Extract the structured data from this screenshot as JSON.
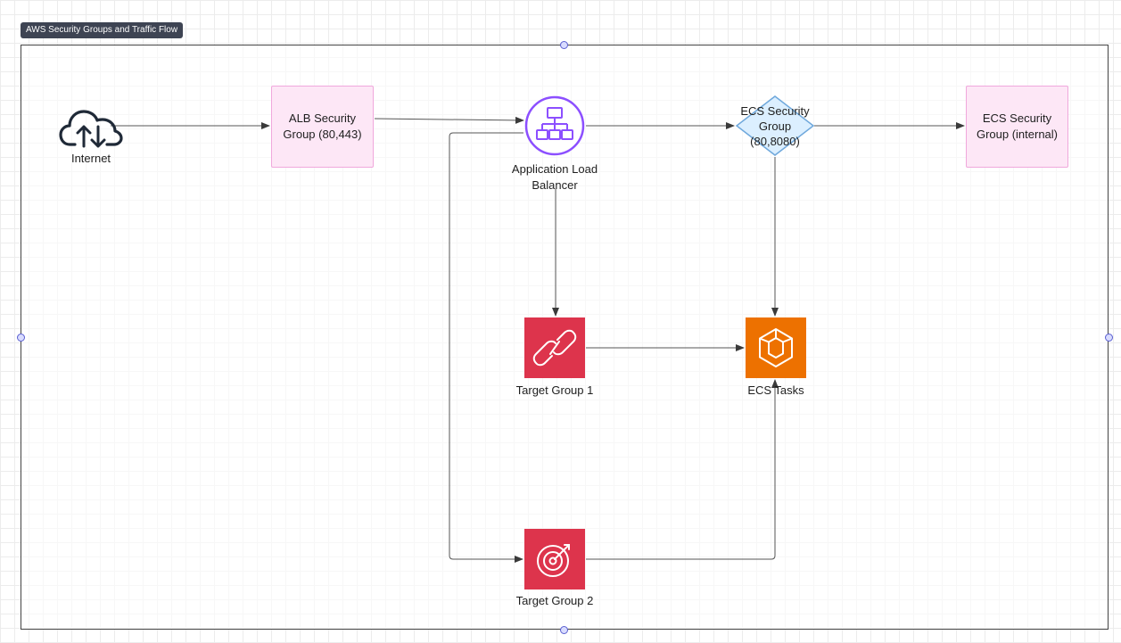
{
  "frame": {
    "title": "AWS Security Groups and Traffic Flow"
  },
  "nodes": {
    "internet": {
      "label": "Internet"
    },
    "alb_sg": {
      "label_line1": "ALB Security",
      "label_line2": "Group (80,443)"
    },
    "alb": {
      "label_line1": "Application Load",
      "label_line2": "Balancer"
    },
    "ecs_sg": {
      "label_line1": "ECS Security",
      "label_line2": "Group",
      "label_line3": "(80,8080)"
    },
    "ecs_sg_internal": {
      "label_line1": "ECS Security",
      "label_line2": "Group (internal)"
    },
    "target_group_1": {
      "label": "Target Group 1"
    },
    "ecs_tasks": {
      "label": "ECS Tasks"
    },
    "target_group_2": {
      "label": "Target Group 2"
    }
  },
  "icons": {
    "internet": "cloud-upload-download-icon",
    "alb": "load-balancer-hierarchy-icon",
    "target_group_1": "link-icon",
    "ecs_tasks": "ecs-hexagon-icon",
    "target_group_2": "target-icon"
  },
  "colors": {
    "security_group_fill": "#fde7f6",
    "security_group_border": "#f0a8dc",
    "alb_purple": "#8c4fff",
    "target_group_red": "#dd344c",
    "ecs_orange": "#ed7100",
    "diamond_fill": "#dcefff",
    "diamond_border": "#6fa8dc",
    "frame_tag": "#3e4453"
  }
}
